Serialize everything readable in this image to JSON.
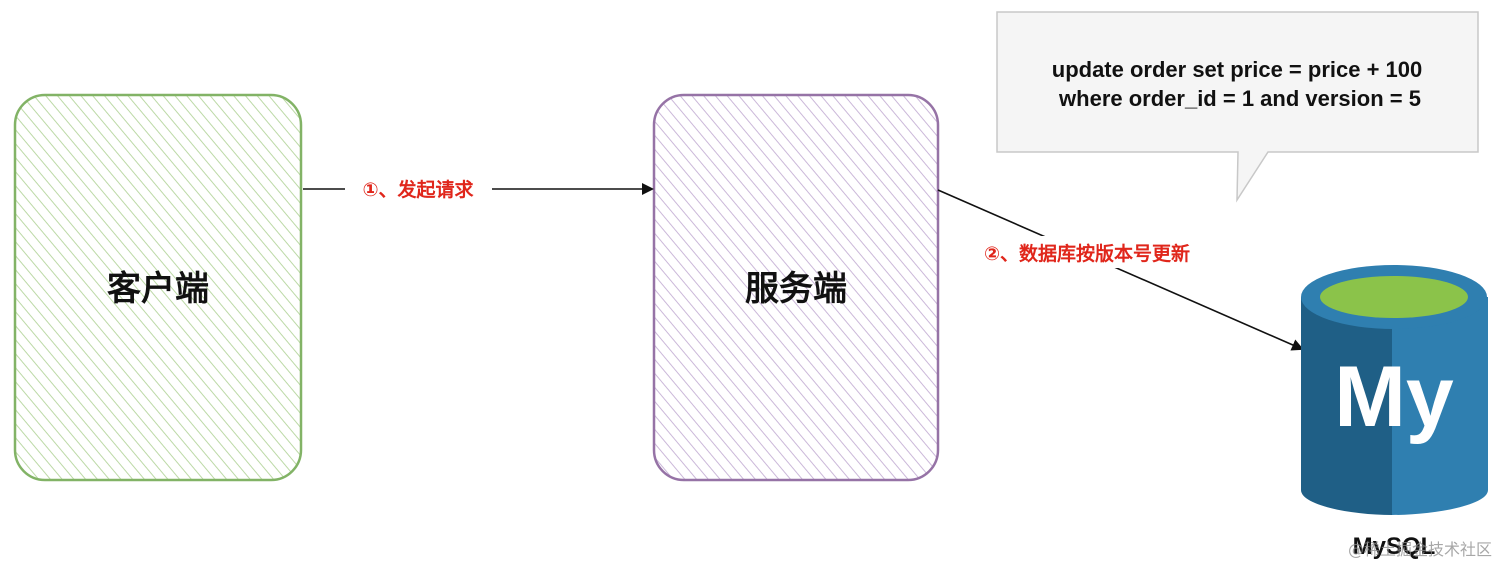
{
  "nodes": {
    "client": {
      "label": "客户端",
      "color": "#82b366"
    },
    "server": {
      "label": "服务端",
      "color": "#9673a6"
    }
  },
  "edges": {
    "request": {
      "label": "①、发起请求"
    },
    "update": {
      "label": "②、数据库按版本号更新"
    }
  },
  "callout": {
    "line1": "update order set price = price + 100",
    "line2": "where order_id = 1 and version = 5"
  },
  "mysql": {
    "logo_text": "My",
    "caption": "MySQL",
    "top_color": "#8bc34a",
    "body_left_color": "#1f5f86",
    "body_right_color": "#2f7fb0"
  },
  "watermark": "@稀土掘金技术社区",
  "colors": {
    "edge_label": "#e0261b",
    "arrow": "#111111",
    "callout_fill": "#f5f5f5",
    "callout_border": "#c8c8c8"
  }
}
